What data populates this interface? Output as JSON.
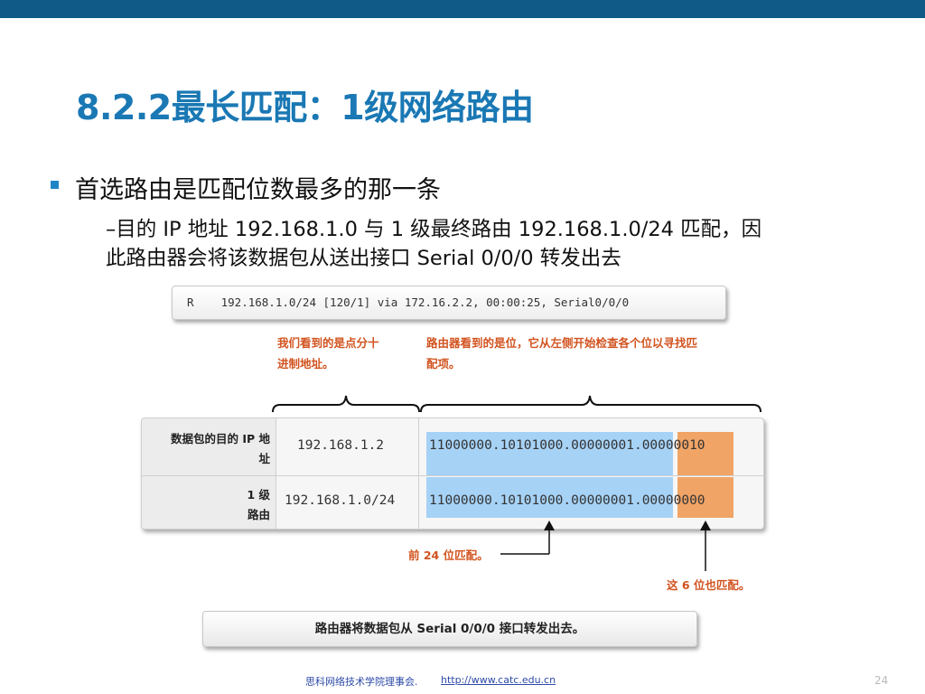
{
  "slide": {
    "title": "8.2.2最长匹配：1级网络路由",
    "bullet": "首选路由是匹配位数最多的那一条",
    "sub_line1": "–目的 IP 地址 192.168.1.0 与 1 级最终路由 192.168.1.0/24 匹配，因",
    "sub_line2": "此路由器会将该数据包从送出接口 Serial 0/0/0 转发出去"
  },
  "route_entry": "R    192.168.1.0/24 [120/1] via 172.16.2.2, 00:00:25, Serial0/0/0",
  "notes": {
    "human_line1": "我们看到的是点分十",
    "human_line2": "进制地址。",
    "router_line1": "路由器看到的是位，它从左侧开始检查各个位以寻找匹",
    "router_line2": "配项。"
  },
  "table": {
    "rows": [
      {
        "label_line1": "数据包的目的 IP 地",
        "label_line2": "址",
        "dotted": "192.168.1.2",
        "bits_matched": "11000000.10101000.00000001.",
        "bits_last": "00000010"
      },
      {
        "label_line1": "1 级",
        "label_line2": "路由",
        "dotted": "192.168.1.0/24",
        "bits_matched": "11000000.10101000.00000001.",
        "bits_last": "00000000"
      }
    ]
  },
  "annotations": {
    "first24": "前 24 位匹配。",
    "these6": "这 6 位也匹配。"
  },
  "bottom_box": "路由器将数据包从 Serial 0/0/0 接口转发出去。",
  "footer": {
    "org": "思科网络技术学院理事会.",
    "url": "http://www.catc.edu.cn",
    "page": "24"
  },
  "colors": {
    "top_bar": "#0f5a87",
    "title": "#1a78b4",
    "accent_orange": "#d2531f",
    "match_blue": "#a6d2f6",
    "match_orange": "#f0a466"
  }
}
